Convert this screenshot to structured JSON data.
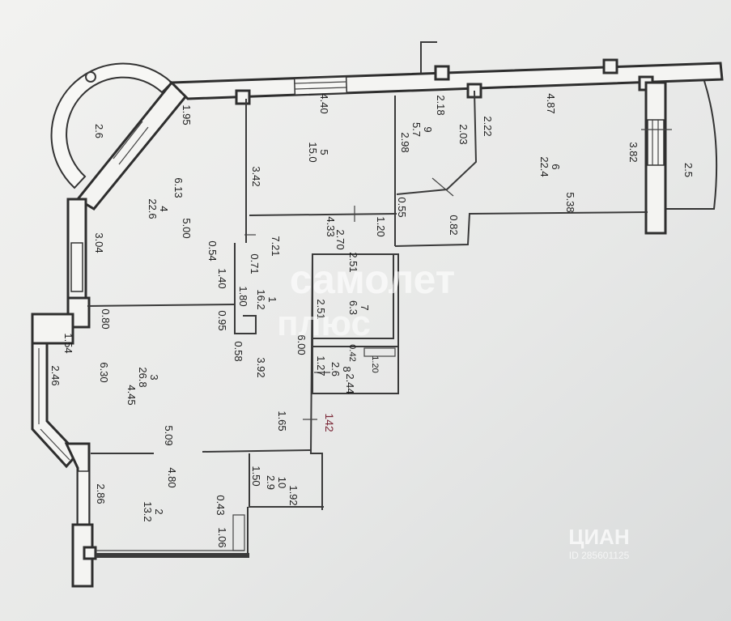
{
  "rooms": [
    {
      "number": "1",
      "area": "16.2"
    },
    {
      "number": "2",
      "area": "13.2"
    },
    {
      "number": "3",
      "area": "26.8"
    },
    {
      "number": "4",
      "area": "22.6"
    },
    {
      "number": "5",
      "area": "15.0"
    },
    {
      "number": "6",
      "area": "22.4"
    },
    {
      "number": "7",
      "area": "6.3"
    },
    {
      "number": "8",
      "area": "2.6"
    },
    {
      "number": "9",
      "area": "5.7"
    },
    {
      "number": "10",
      "area": "2.9"
    }
  ],
  "dimensions": [
    "2.6",
    "1.95",
    "6.13",
    "5.00",
    "3.04",
    "0.54",
    "0.71",
    "1.40",
    "1.80",
    "0.80",
    "0.95",
    "0.58",
    "1.54",
    "2.46",
    "6.30",
    "4.45",
    "3.92",
    "5.09",
    "1.65",
    "4.80",
    "2.86",
    "1.50",
    "1.92",
    "0.43",
    "1.06",
    "4.40",
    "3.42",
    "4.33",
    "7.21",
    "2.70",
    "1.20",
    "2.51",
    "2.51",
    "6.00",
    "0.42",
    "1.27",
    "2.44",
    "1.20",
    "2.18",
    "2.98",
    "2.03",
    "0.55",
    "4.87",
    "2.22",
    "3.82",
    "2.5",
    "5.38",
    "0.82",
    "142"
  ],
  "watermark": {
    "line1": "самолет",
    "line2": "плюс"
  },
  "source_mark": {
    "logo": "ЦИАН",
    "id": "ID 285601125"
  }
}
